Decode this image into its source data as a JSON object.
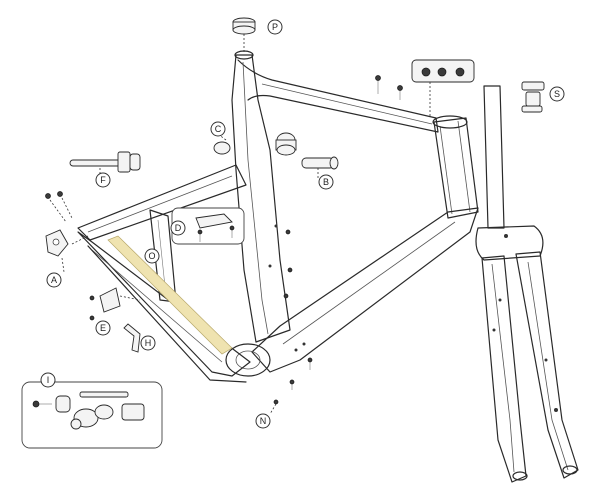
{
  "callouts": {
    "a": "A",
    "b": "B",
    "c": "C",
    "d": "D",
    "e": "E",
    "f": "F",
    "h": "H",
    "i": "I",
    "n": "N",
    "o": "O",
    "p": "P",
    "s": "S"
  }
}
